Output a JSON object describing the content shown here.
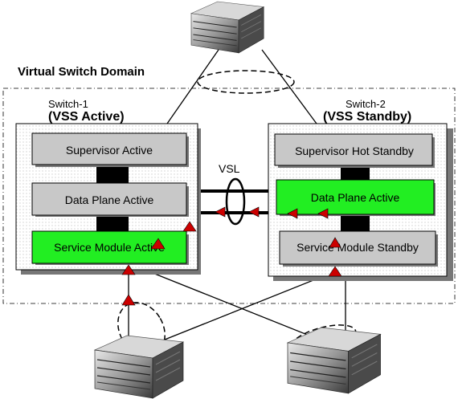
{
  "domain_title": "Virtual Switch Domain",
  "switch1": {
    "name": "Switch-1",
    "role": "(VSS Active)",
    "supervisor": "Supervisor Active",
    "data_plane": "Data Plane Active",
    "service_module": "Service Module Active"
  },
  "switch2": {
    "name": "Switch-2",
    "role": "(VSS Standby)",
    "supervisor": "Supervisor Hot Standby",
    "data_plane": "Data Plane Active",
    "service_module": "Service Module Standby"
  },
  "vsl_label": "VSL",
  "colors": {
    "box_fill": "#c8c8c8",
    "active_green": "#22ee22",
    "arrow_red": "#cc0000",
    "connector": "#000000"
  },
  "icons": {
    "top_switch": "chassis-switch-icon",
    "bottom_left_switch": "chassis-switch-icon",
    "bottom_right_switch": "chassis-switch-icon"
  }
}
